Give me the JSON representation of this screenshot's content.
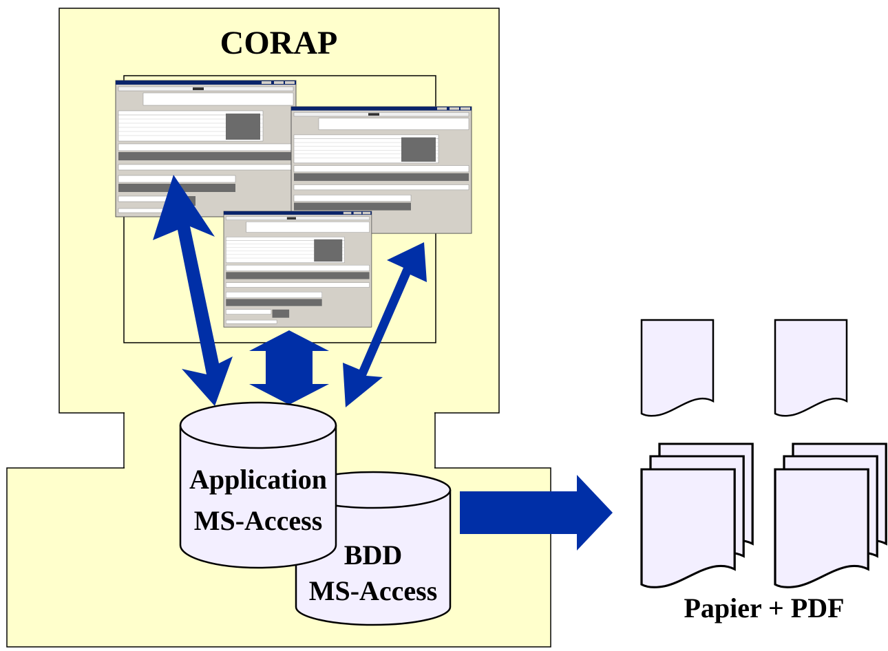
{
  "corap": {
    "title": "CORAP"
  },
  "databases": {
    "application": {
      "line1": "Application",
      "line2": "MS-Access"
    },
    "bdd": {
      "line1": "BDD",
      "line2": "MS-Access"
    }
  },
  "output": {
    "label": "Papier + PDF"
  },
  "colors": {
    "panel_fill": "#ffffcc",
    "arrow_fill": "#002fa7",
    "cylinder_fill": "#f3efff",
    "document_fill": "#f3efff",
    "window_bg": "#d4d0c8",
    "window_title": "#0a246a"
  },
  "icons": [
    "double-arrow-icon",
    "right-arrow-icon",
    "database-cylinder-icon",
    "document-icon",
    "document-stack-icon"
  ]
}
